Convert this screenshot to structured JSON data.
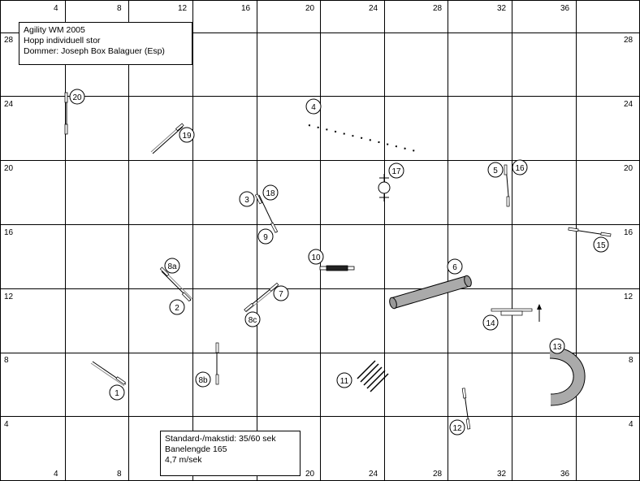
{
  "info_top": {
    "line1": "Agility WM 2005",
    "line2": "Hopp individuell stor",
    "line3": "Dommer: Joseph Box Balaguer (Esp)"
  },
  "info_bottom": {
    "line1": "Standard-/makstid: 35/60 sek",
    "line2": "Banelengde 165",
    "line3": "4,7 m/sek"
  },
  "grid": {
    "x_labels": [
      "4",
      "8",
      "12",
      "16",
      "20",
      "24",
      "28",
      "32",
      "36"
    ],
    "y_labels": [
      "28",
      "24",
      "20",
      "16",
      "12",
      "8",
      "4"
    ]
  },
  "obstacles": {
    "n1": "1",
    "n2": "2",
    "n3": "3",
    "n4": "4",
    "n5": "5",
    "n6": "6",
    "n7": "7",
    "n8a": "8a",
    "n8b": "8b",
    "n8c": "8c",
    "n9": "9",
    "n10": "10",
    "n11": "11",
    "n12": "12",
    "n13": "13",
    "n14": "14",
    "n15": "15",
    "n16": "16",
    "n17": "17",
    "n18": "18",
    "n19": "19",
    "n20": "20"
  },
  "colors": {
    "grid": "#000000",
    "tunnel": "#aaaaaa",
    "bar": "#999999"
  }
}
